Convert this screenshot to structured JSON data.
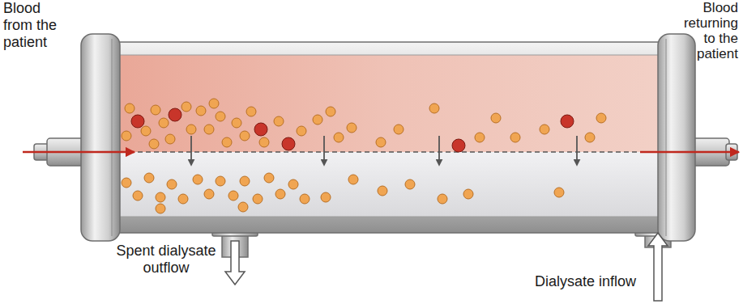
{
  "diagram": {
    "labels": [
      "Blood from the patient",
      "Blood returning to the patient",
      "Spent dialysate outflow",
      "Dialysate inflow"
    ]
  }
}
